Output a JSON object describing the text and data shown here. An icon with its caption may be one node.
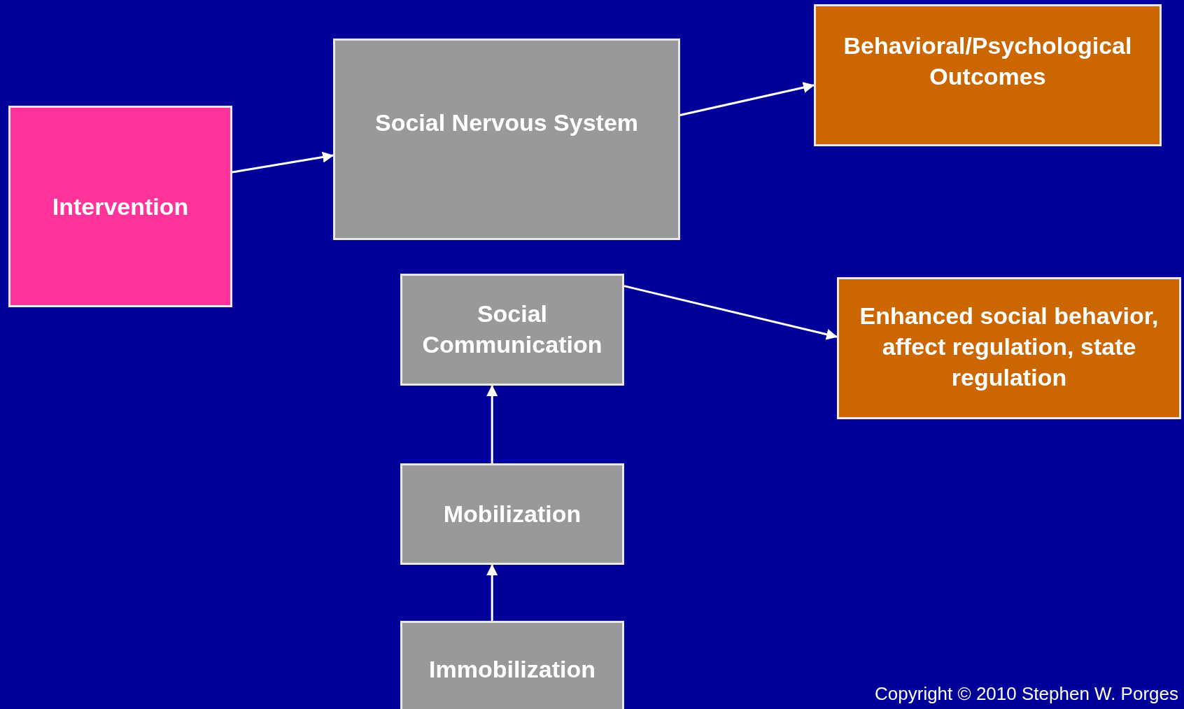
{
  "diagram": {
    "nodes": [
      {
        "text": [
          "Intervention"
        ]
      },
      {
        "text": [
          "Social Nervous System"
        ]
      },
      {
        "text": [
          "Behavioral/Psychological Outcomes"
        ]
      },
      {
        "text": [
          "Social Communication"
        ]
      },
      {
        "text": [
          "Enhanced social behavior, affect regulation, state regulation"
        ]
      },
      {
        "text": [
          "Mobilization"
        ]
      },
      {
        "text": [
          "Immobilization"
        ]
      }
    ],
    "edges": [
      {
        "from": 0,
        "to": 1,
        "arrow": "to"
      },
      {
        "from": 1,
        "to": 2,
        "arrow": "to"
      },
      {
        "from": 3,
        "to": 4,
        "arrow": "to"
      },
      {
        "from": 5,
        "to": 3,
        "arrow": "to"
      },
      {
        "from": 6,
        "to": 5,
        "arrow": "to"
      }
    ],
    "labels": [
      "Copyright © 2010 Stephen W. Porges"
    ]
  }
}
